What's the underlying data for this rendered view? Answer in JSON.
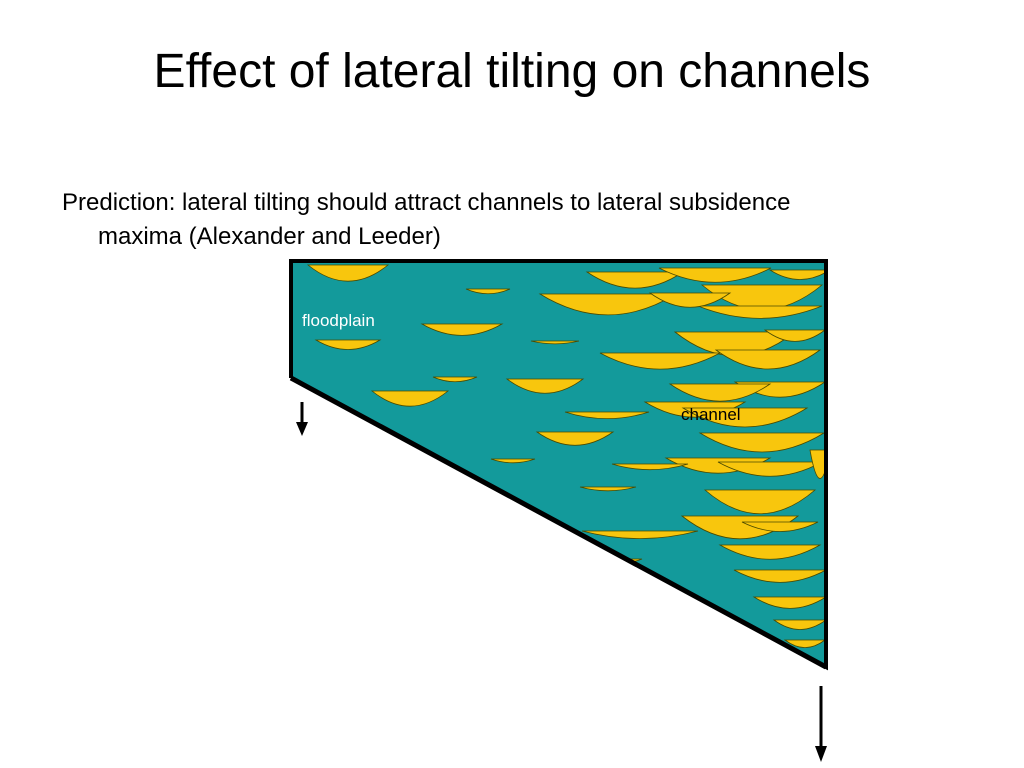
{
  "slide": {
    "title": "Effect of lateral tilting on channels",
    "body_line1": "Prediction: lateral tilting should attract channels to lateral subsidence",
    "body_line2": "maxima (Alexander and Leeder)"
  },
  "diagram": {
    "labels": {
      "floodplain": "floodplain",
      "channel": "channel"
    },
    "colors": {
      "floodplain": "#139a9b",
      "channel_fill": "#f8c60d",
      "outline": "#000000",
      "label_on_floodplain": "#ffffff",
      "label_on_channel": "#000000"
    },
    "icons": [
      "down-arrow-icon",
      "down-arrow-icon"
    ]
  }
}
